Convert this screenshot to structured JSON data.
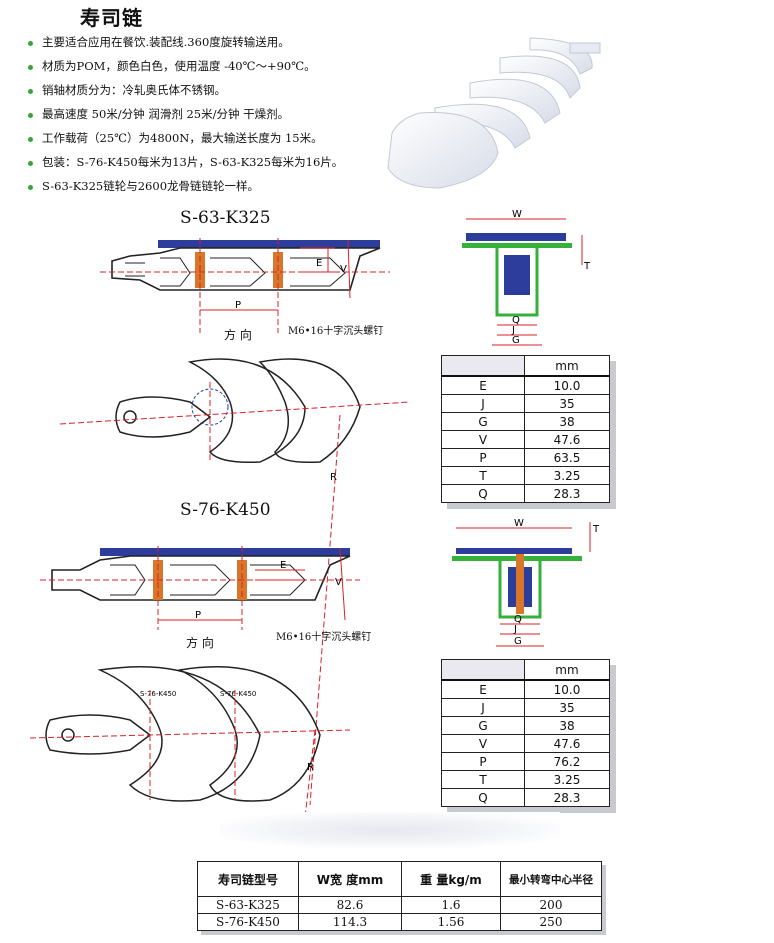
{
  "title": "寿司链",
  "features": [
    "主要适合应用在餐饮.装配线.360度旋转输送用。",
    "材质为POM，颜色白色，使用温度 -40℃～+90℃。",
    "销轴材质分为：冷轧奥氏体不锈钢。",
    "最高速度  50米/分钟 润滑剂    25米/分钟 干燥剂。",
    "工作载荷（25℃）为4800N，最大输送长度为 15米。",
    "包装：S-76-K450每米为13片，S-63-K325每米为16片。",
    "S-63-K325链轮与2600龙骨链链轮一样。"
  ],
  "models": [
    {
      "name": "S-63-K325",
      "direction_label": "方  向",
      "screw_label": "M6•16十字沉头螺钉",
      "dims": {
        "W": "W",
        "E": "E",
        "V": "V",
        "P": "P",
        "Q": "Q",
        "J": "J",
        "G": "G",
        "T": "T",
        "R": "R"
      },
      "spec_header": [
        "",
        "mm"
      ],
      "spec": [
        [
          "E",
          "10.0"
        ],
        [
          "J",
          "35"
        ],
        [
          "G",
          "38"
        ],
        [
          "V",
          "47.6"
        ],
        [
          "P",
          "63.5"
        ],
        [
          "T",
          "3.25"
        ],
        [
          "Q",
          "28.3"
        ]
      ]
    },
    {
      "name": "S-76-K450",
      "direction_label": "方  向",
      "screw_label": "M6•16十字沉头螺钉",
      "plate_label": "S-76-K450",
      "dims": {
        "W": "W",
        "E": "E",
        "V": "V",
        "P": "P",
        "Q": "Q",
        "J": "J",
        "G": "G",
        "T": "T",
        "R": "R"
      },
      "spec_header": [
        "",
        "mm"
      ],
      "spec": [
        [
          "E",
          "10.0"
        ],
        [
          "J",
          "35"
        ],
        [
          "G",
          "38"
        ],
        [
          "V",
          "47.6"
        ],
        [
          "P",
          "76.2"
        ],
        [
          "T",
          "3.25"
        ],
        [
          "Q",
          "28.3"
        ]
      ]
    }
  ],
  "summary": {
    "headers": [
      "寿司链型号",
      "W宽 度mm",
      "重 量kg/m",
      "最小转弯中心半径"
    ],
    "rows": [
      [
        "S-63-K325",
        "82.6",
        "1.6",
        "200"
      ],
      [
        "S-76-K450",
        "114.3",
        "1.56",
        "250"
      ]
    ]
  },
  "colors": {
    "bullet": "#39a33a",
    "blue_chain": "#2d3d9c",
    "green_guide": "#35b03a",
    "dim_red": "#d8202a",
    "pin_orange": "#d8772a"
  }
}
